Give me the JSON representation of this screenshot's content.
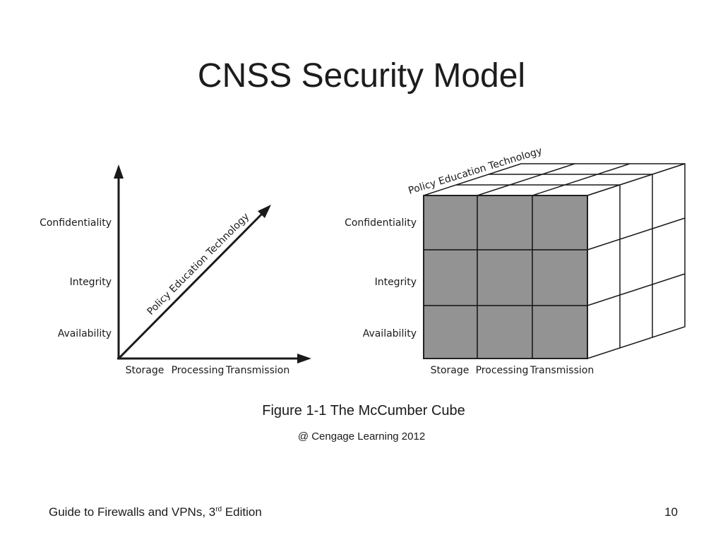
{
  "slide": {
    "title": "CNSS Security Model"
  },
  "figure": {
    "axes": {
      "vertical_labels": [
        "Confidentiality",
        "Integrity",
        "Availability"
      ],
      "horizontal_labels": [
        "Storage",
        "Processing",
        "Transmission"
      ],
      "diagonal_label": "Policy Education Technology"
    },
    "cube": {
      "front_labels": [
        "Confidentiality",
        "Integrity",
        "Availability"
      ],
      "bottom_labels": [
        "Storage",
        "Processing",
        "Transmission"
      ],
      "top_label": "Policy Education Technology",
      "front_face_color": "#939393",
      "line_color": "#1a1a1a"
    },
    "caption": "Figure 1-1 The McCumber Cube",
    "credit": "@ Cengage Learning 2012"
  },
  "footer": {
    "book_title_prefix": "Guide to Firewalls and VPNs, 3",
    "book_title_sup": "rd",
    "book_title_suffix": " Edition",
    "page_number": "10"
  }
}
